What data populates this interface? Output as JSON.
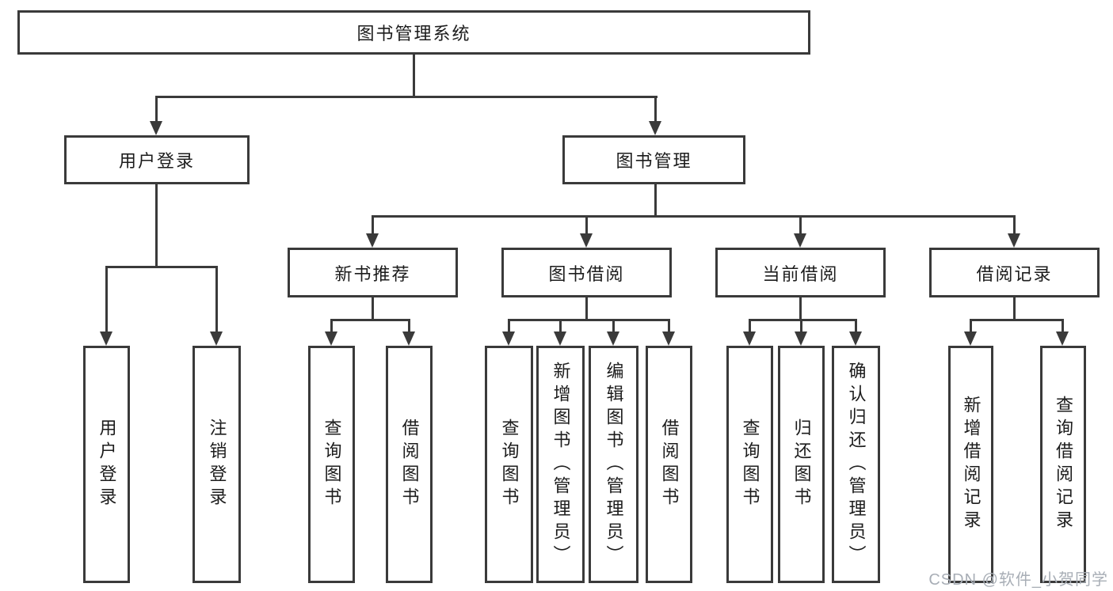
{
  "diagram": {
    "type": "hierarchy-tree",
    "colors": {
      "line": "#3a3a3a",
      "box_border": "#3a3a3a",
      "box_background": "#ffffff",
      "text": "#1c1c1c",
      "watermark": "#a8aeb6",
      "page_background": "#ffffff"
    },
    "tree": {
      "root": "图书管理系统",
      "level2": [
        "用户登录",
        "图书管理"
      ],
      "level3": [
        "新书推荐",
        "图书借阅",
        "当前借阅",
        "借阅记录"
      ],
      "user_login_children": [
        "用户登录",
        "注销登录"
      ],
      "new_book_children": [
        "查询图书",
        "借阅图书"
      ],
      "book_borrow_children": [
        "查询图书",
        "新增图书（管理员）",
        "编辑图书（管理员）",
        "借阅图书"
      ],
      "current_borrow_children": [
        "查询图书",
        "归还图书",
        "确认归还（管理员）"
      ],
      "borrow_record_children": [
        "新增借阅记录",
        "查询借阅记录"
      ]
    },
    "watermark": "CSDN @软件_小贺同学"
  }
}
